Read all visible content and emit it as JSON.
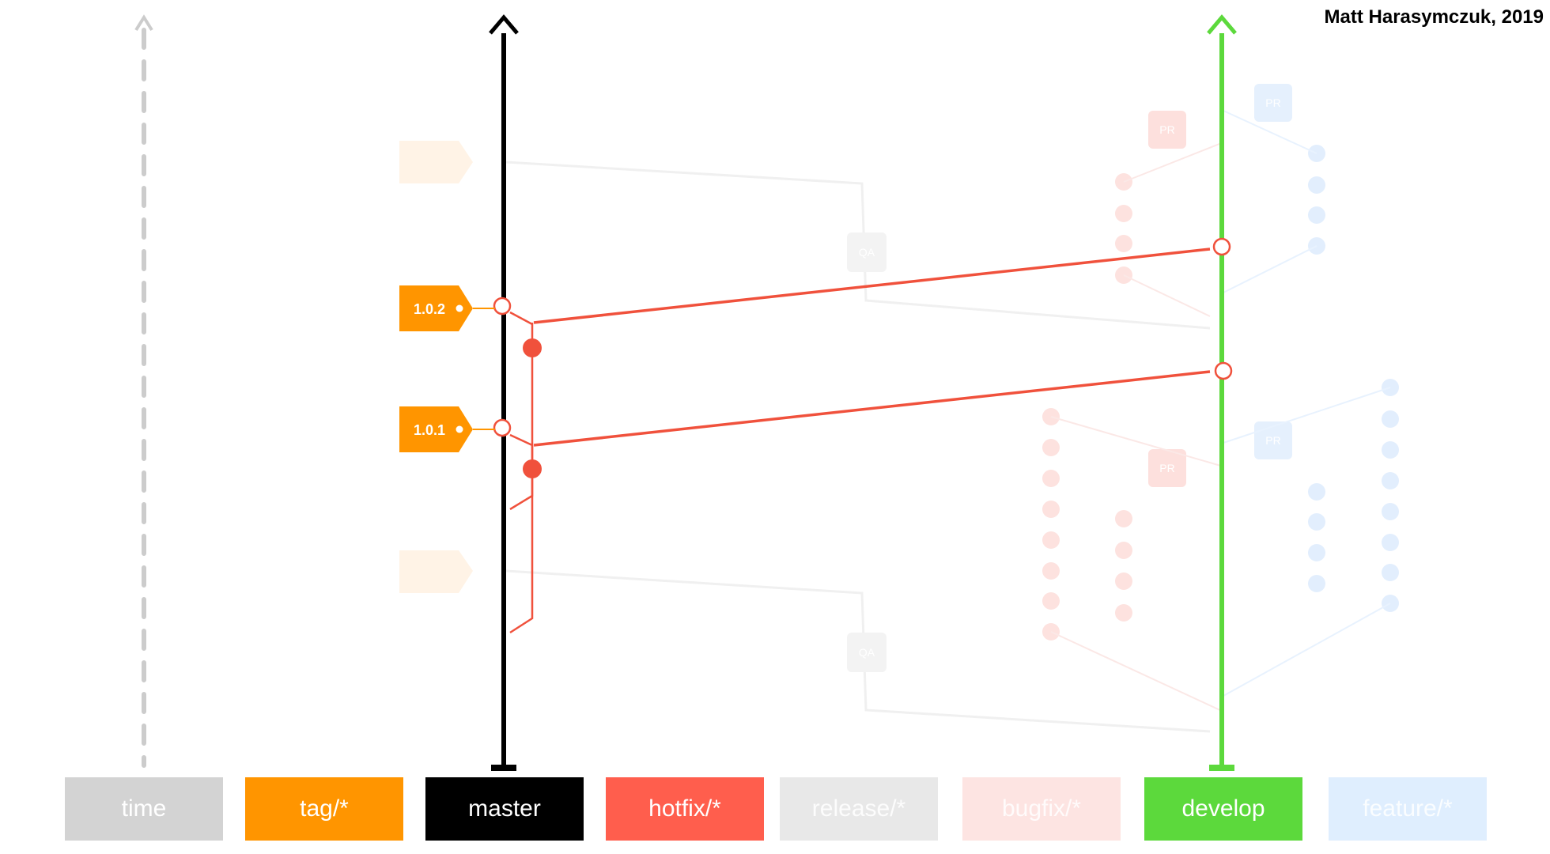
{
  "credit": "Matt Harasymczuk, 2019",
  "tags": [
    {
      "label": "1.0.2"
    },
    {
      "label": "1.0.1"
    }
  ],
  "lanes": [
    {
      "key": "time",
      "label": "time",
      "color": "#d3d3d3",
      "faded": false
    },
    {
      "key": "tag",
      "label": "tag/*",
      "color": "#ff9500",
      "faded": false
    },
    {
      "key": "master",
      "label": "master",
      "color": "#000000",
      "faded": false
    },
    {
      "key": "hotfix",
      "label": "hotfix/*",
      "color": "#ff5e4d",
      "faded": false
    },
    {
      "key": "release",
      "label": "release/*",
      "color": "#e8e8e8",
      "faded": true
    },
    {
      "key": "bugfix",
      "label": "bugfix/*",
      "color": "#fde4e2",
      "faded": true
    },
    {
      "key": "develop",
      "label": "develop",
      "color": "#5cd93c",
      "faded": false
    },
    {
      "key": "feature",
      "label": "feature/*",
      "color": "#dfeefe",
      "faded": true
    }
  ],
  "faded_badges": {
    "qa": "QA",
    "pr": "PR"
  },
  "colors": {
    "time": "#cccccc",
    "tag": "#ff9500",
    "master": "#000000",
    "hotfix": "#f0513c",
    "develop": "#5cd93c"
  }
}
